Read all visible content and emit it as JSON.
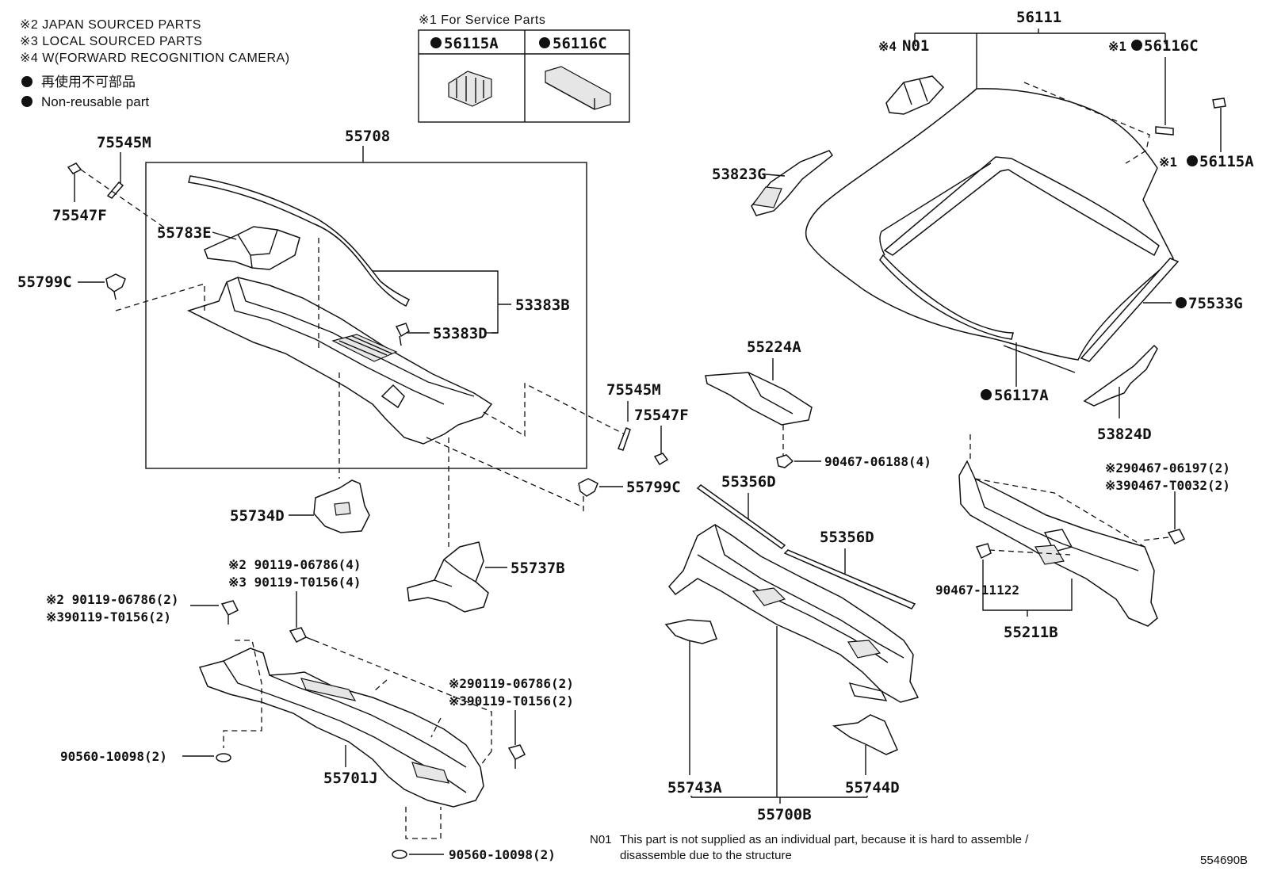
{
  "notes": {
    "n2": "※2  JAPAN SOURCED PARTS",
    "n3": "※3  LOCAL SOURCED PARTS",
    "n4": "※4  W(FORWARD RECOGNITION CAMERA)",
    "nonreuse_jp": "再使用不可部品",
    "nonreuse_en": "Non-reusable part"
  },
  "service": {
    "title": "※1 For Service Parts",
    "col1": "56115A",
    "col2": "56116C"
  },
  "labels": {
    "p55708": "55708",
    "p75545M_a": "75545M",
    "p75547F_a": "75547F",
    "p55783E": "55783E",
    "p55799C_a": "55799C",
    "p53383B": "53383B",
    "p53383D": "53383D",
    "p75545M_b": "75545M",
    "p75547F_b": "75547F",
    "p55799C_b": "55799C",
    "p55734D": "55734D",
    "p55737B": "55737B",
    "p56111": "56111",
    "pN01_pre": "※4",
    "pN01": "N01",
    "p56116C_pre": "※1",
    "p56116C": "56116C",
    "p56115A_pre": "※1",
    "p56115A": "56115A",
    "p53823G": "53823G",
    "p75533G": "75533G",
    "p56117A": "56117A",
    "p53824D": "53824D",
    "p55224A": "55224A",
    "p90467_06188": "90467-06188(4)",
    "p55356D_a": "55356D",
    "p55356D_b": "55356D",
    "p90467_06197": "※290467-06197(2)",
    "p90467_T0032": "※390467-T0032(2)",
    "p90467_11122": "90467-11122",
    "p55211B": "55211B",
    "p90119_a1": "※2 90119-06786(4)",
    "p90119_a2": "※3 90119-T0156(4)",
    "p90119_b1": "※2 90119-06786(2)",
    "p90119_b2": "※390119-T0156(2)",
    "p90119_c1": "※290119-06786(2)",
    "p90119_c2": "※390119-T0156(2)",
    "p90560_a": "90560-10098(2)",
    "p55701J": "55701J",
    "p90560_b": "90560-10098(2)",
    "p55743A": "55743A",
    "p55744D": "55744D",
    "p55700B": "55700B"
  },
  "footnote": {
    "code": "N01",
    "line1": "This part is not supplied as an individual part, because it is hard to assemble /",
    "line2": "disassemble due to the structure"
  },
  "diagram_id": "554690B"
}
